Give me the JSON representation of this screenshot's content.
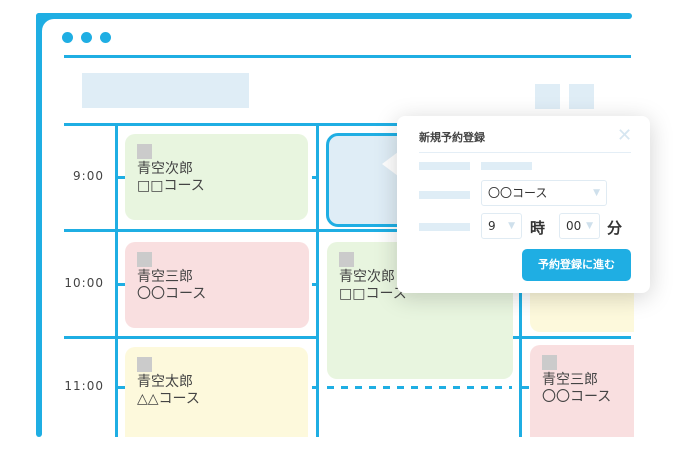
{
  "window": {
    "controls": [
      "dot",
      "dot",
      "dot"
    ]
  },
  "schedule": {
    "times": [
      "9:00",
      "10:00",
      "11:00"
    ],
    "bookings": [
      {
        "name": "青空次郎",
        "course": "□□コース",
        "color": "#e8f5df",
        "time": "9:00",
        "column": 1
      },
      {
        "name": "青空三郎",
        "course": "〇〇コース",
        "color": "#f9dfe0",
        "time": "10:00",
        "column": 1
      },
      {
        "name": "青空次郎",
        "course": "□□コース",
        "color": "#e8f5df",
        "time": "10:00",
        "column": 2
      },
      {
        "name": "青空太郎",
        "course": "△△コース",
        "color": "#fdf9dc",
        "time": "11:00",
        "column": 1
      },
      {
        "name": "青空三郎",
        "course": "〇〇コース",
        "color": "#f9dfe0",
        "time": "11:00",
        "column": 3
      }
    ]
  },
  "popup": {
    "title": "新規予約登録",
    "close_icon": "close-icon",
    "course_select": {
      "value": "〇〇コース"
    },
    "hour_select": {
      "value": "9"
    },
    "hour_unit": "時",
    "minute_select": {
      "value": "00"
    },
    "minute_unit": "分",
    "submit_label": "予約登録に進む"
  },
  "colors": {
    "accent": "#1faee3",
    "placeholder": "#dfedf6"
  }
}
